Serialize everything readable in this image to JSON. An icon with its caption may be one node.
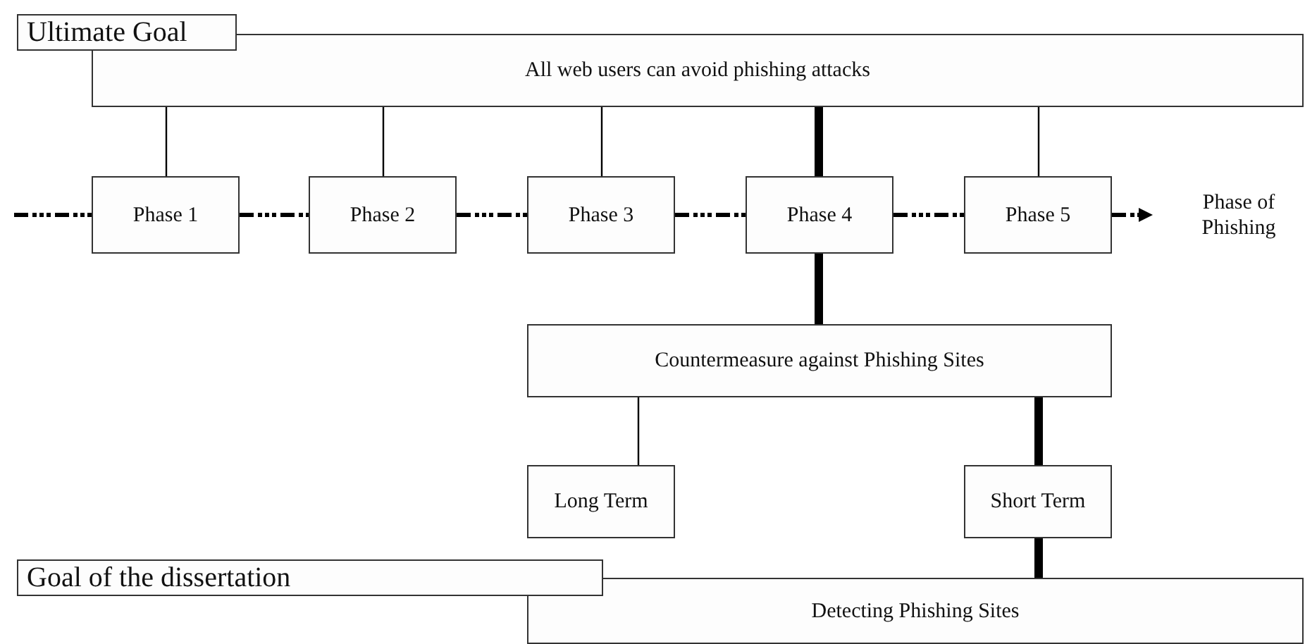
{
  "diagram": {
    "nodes": [
      {
        "text": [
          "Ultimate Goal"
        ]
      },
      {
        "text": [
          "All web users can avoid phishing attacks"
        ]
      },
      {
        "text": [
          "Phase 1"
        ]
      },
      {
        "text": [
          "Phase 2"
        ]
      },
      {
        "text": [
          "Phase 3"
        ]
      },
      {
        "text": [
          "Phase 4"
        ]
      },
      {
        "text": [
          "Phase 5"
        ]
      },
      {
        "text": [
          "Phase of Phishing"
        ]
      },
      {
        "text": [
          "Countermeasure against Phishing Sites"
        ]
      },
      {
        "text": [
          "Long Term"
        ]
      },
      {
        "text": [
          "Short Term"
        ]
      },
      {
        "text": [
          "Goal of the dissertation"
        ]
      },
      {
        "text": [
          "Detecting Phishing Sites"
        ]
      }
    ],
    "edges": [
      {
        "from": 1,
        "to": 2,
        "arrow": "none"
      },
      {
        "from": 1,
        "to": 3,
        "arrow": "none"
      },
      {
        "from": 1,
        "to": 4,
        "arrow": "none"
      },
      {
        "from": 1,
        "to": 5,
        "arrow": "none",
        "style": "thick"
      },
      {
        "from": 1,
        "to": 6,
        "arrow": "none"
      },
      {
        "from": null,
        "to": 2,
        "arrow": "none",
        "style": "dashed"
      },
      {
        "from": 2,
        "to": 3,
        "arrow": "none",
        "style": "dashed"
      },
      {
        "from": 3,
        "to": 4,
        "arrow": "none",
        "style": "dashed"
      },
      {
        "from": 4,
        "to": 5,
        "arrow": "none",
        "style": "dashed"
      },
      {
        "from": 5,
        "to": 6,
        "arrow": "none",
        "style": "dashed"
      },
      {
        "from": 6,
        "to": 7,
        "arrow": "to",
        "style": "dashed"
      },
      {
        "from": 5,
        "to": 8,
        "arrow": "none",
        "style": "thick"
      },
      {
        "from": 8,
        "to": 9,
        "arrow": "none"
      },
      {
        "from": 8,
        "to": 10,
        "arrow": "none",
        "style": "thick"
      },
      {
        "from": 10,
        "to": 12,
        "arrow": "none",
        "style": "thick"
      }
    ]
  }
}
